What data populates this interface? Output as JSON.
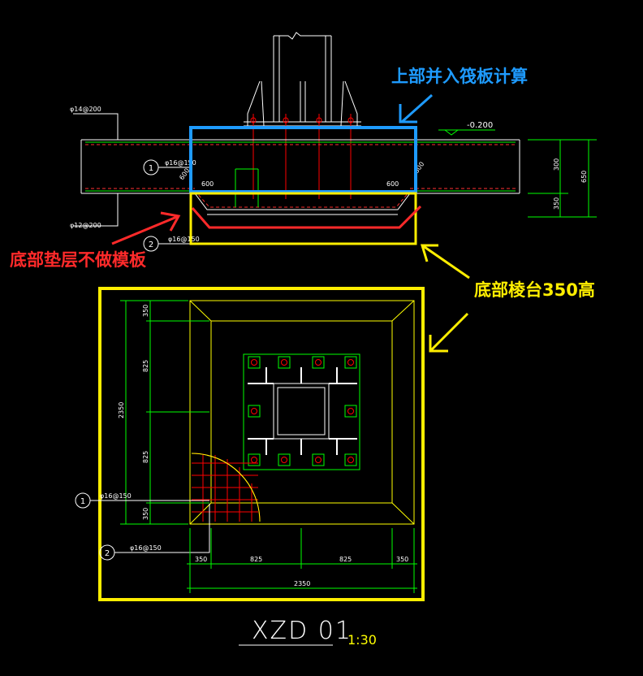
{
  "annotations": {
    "top_blue": "上部并入筏板计算",
    "bottom_red": "底部垫层不做模板",
    "right_yellow": "底部棱台350高"
  },
  "section": {
    "elevation": "-0.200",
    "rebar_top": "φ14@200",
    "rebar_bottom": "φ12@200",
    "rebar_1": "φ16@150",
    "rebar_2": "φ16@150",
    "marker_1": "1",
    "marker_2": "2",
    "dim_600_left": "600",
    "dim_600_right": "600",
    "dim_600_diag_left": "600",
    "dim_600_diag_right": "600",
    "dim_300": "300",
    "dim_350": "350",
    "dim_650": "650"
  },
  "plan": {
    "dim_left_top_350": "350",
    "dim_left_825_a": "825",
    "dim_left_2350": "2350",
    "dim_left_825_b": "825",
    "dim_left_bottom_350": "350",
    "dim_bottom_350_a": "350",
    "dim_bottom_825_a": "825",
    "dim_bottom_825_b": "825",
    "dim_bottom_350_b": "350",
    "dim_bottom_2350": "2350",
    "rebar_1": "φ16@150",
    "rebar_2": "φ16@150",
    "marker_1": "1",
    "marker_2": "2"
  },
  "title": {
    "name": "XZD 01",
    "scale": "1:30"
  },
  "colors": {
    "background": "#000000",
    "blue_annotation": "#1e9bff",
    "red_annotation": "#ff2a2a",
    "yellow_annotation": "#ffee00",
    "cad_yellow": "#ffff00",
    "cad_green": "#00ff00",
    "cad_red": "#ff0000",
    "cad_white": "#ffffff",
    "cad_magenta": "#ff00ff"
  }
}
